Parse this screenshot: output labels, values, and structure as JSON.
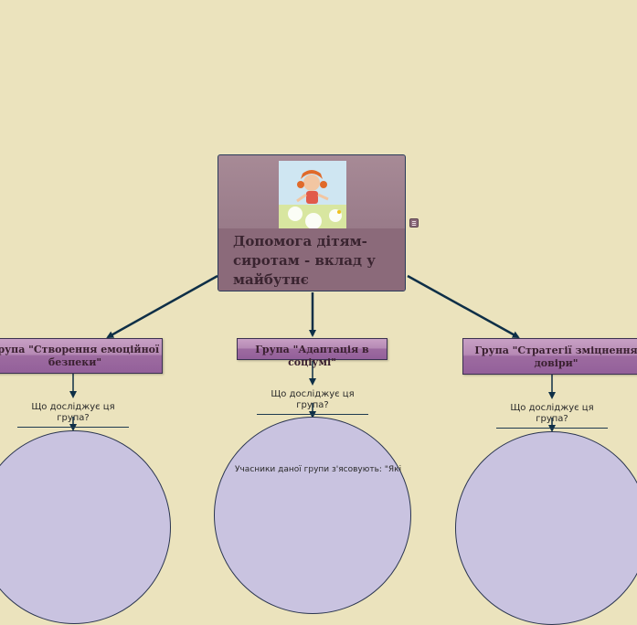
{
  "central": {
    "title": "Допомога дітям-сиротам - вклад у майбутнє",
    "image": "child-among-dandelions-illustration",
    "menu_icon": "menu-icon"
  },
  "groups": [
    {
      "title": "Група \"Створення емоційної безпеки\"",
      "question": "Що досліджує ця група?",
      "bubble_text": ""
    },
    {
      "title": "Група \"Адаптація в соціумі\"",
      "question": "Що досліджує ця група?",
      "bubble_text": "Учасники даної групи з'ясовують: \"Які"
    },
    {
      "title": "Група \"Стратегії зміцнення довіри\"",
      "question": "Що досліджує ця група?",
      "bubble_text": ""
    }
  ],
  "colors": {
    "background": "#ebe3bd",
    "central_box": "#8b6a7a",
    "group_box": "#b68ab5",
    "bubble": "#c9c3e0",
    "connector": "#0e2f47"
  }
}
